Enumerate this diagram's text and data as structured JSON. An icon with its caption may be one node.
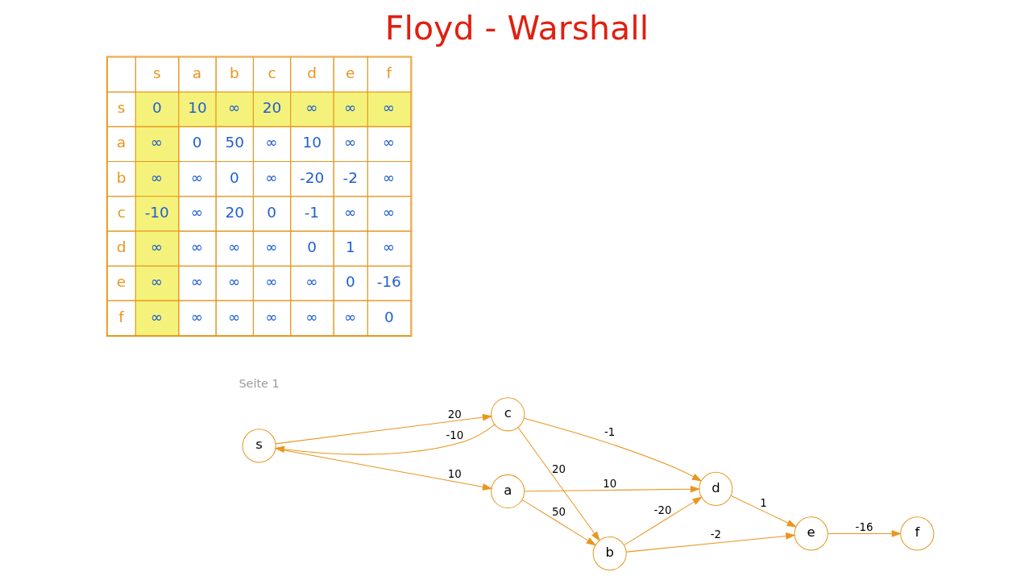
{
  "diagram": {
    "title": "Floyd - Warshall",
    "nodes": [
      {
        "text": [
          "s"
        ]
      },
      {
        "text": [
          "a"
        ]
      },
      {
        "text": [
          "b"
        ]
      },
      {
        "text": [
          "c"
        ]
      },
      {
        "text": [
          "d"
        ]
      },
      {
        "text": [
          "e"
        ]
      },
      {
        "text": [
          "f"
        ]
      }
    ],
    "edges": [
      {
        "from": 0,
        "to": 1,
        "arrow": "to",
        "label": "10"
      },
      {
        "from": 0,
        "to": 3,
        "arrow": "to",
        "label": "20"
      },
      {
        "from": 3,
        "to": 0,
        "arrow": "to",
        "label": "-10"
      },
      {
        "from": 1,
        "to": 2,
        "arrow": "to",
        "label": "50"
      },
      {
        "from": 1,
        "to": 4,
        "arrow": "to",
        "label": "10"
      },
      {
        "from": 3,
        "to": 2,
        "arrow": "to",
        "label": "20"
      },
      {
        "from": 3,
        "to": 4,
        "arrow": "to",
        "label": "-1"
      },
      {
        "from": 2,
        "to": 4,
        "arrow": "to",
        "label": "-20"
      },
      {
        "from": 2,
        "to": 5,
        "arrow": "to",
        "label": "-2"
      },
      {
        "from": 4,
        "to": 5,
        "arrow": "to",
        "label": "1"
      },
      {
        "from": 5,
        "to": 6,
        "arrow": "to",
        "label": "-16"
      }
    ],
    "labels": [
      "Seite 1",
      "s",
      "a",
      "b",
      "c",
      "d",
      "e",
      "f",
      "s",
      "0",
      "10",
      "∞",
      "20",
      "∞",
      "∞",
      "∞",
      "a",
      "∞",
      "0",
      "50",
      "∞",
      "10",
      "∞",
      "∞",
      "b",
      "∞",
      "∞",
      "0",
      "∞",
      "-20",
      "-2",
      "∞",
      "c",
      "-10",
      "∞",
      "20",
      "0",
      "-1",
      "∞",
      "∞",
      "d",
      "∞",
      "∞",
      "∞",
      "∞",
      "0",
      "1",
      "∞",
      "e",
      "∞",
      "∞",
      "∞",
      "∞",
      "∞",
      "0",
      "-16",
      "f",
      "∞",
      "∞",
      "∞",
      "∞",
      "∞",
      "∞",
      "0"
    ]
  }
}
